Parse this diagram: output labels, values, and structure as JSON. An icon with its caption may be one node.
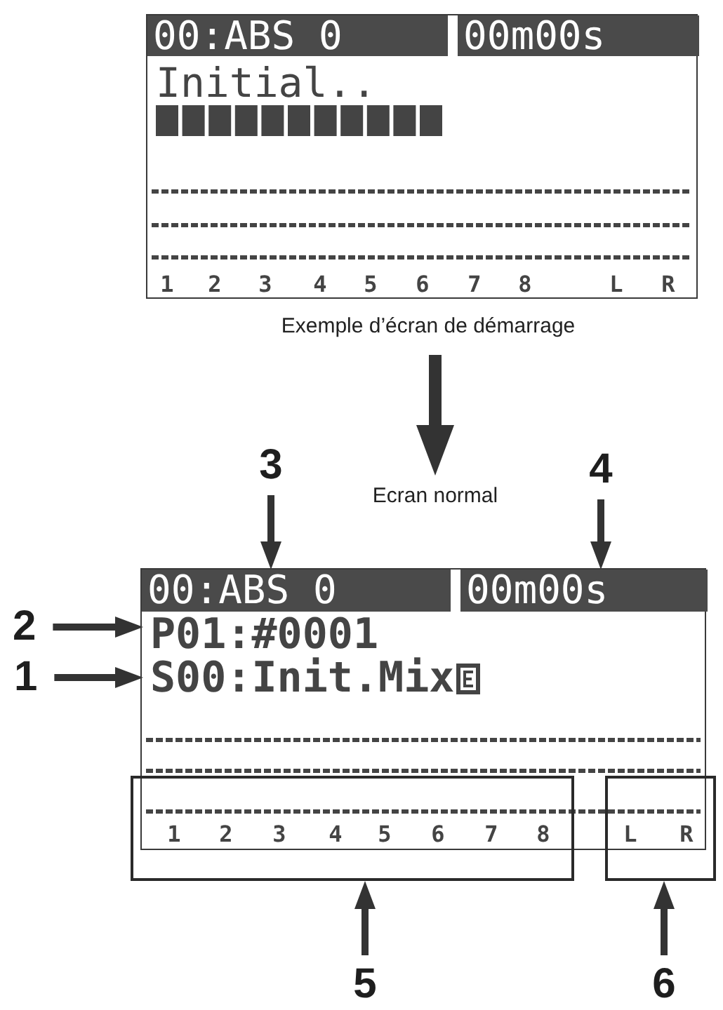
{
  "diagram": {
    "nodes": [
      {
        "text": [
          "Initial..",
          "1",
          "2",
          "3",
          "4",
          "5",
          "6",
          "7",
          "8",
          "L",
          "R"
        ],
        "beside": [
          "Exemple d’écran de démarrage"
        ]
      },
      {
        "text": [
          "00:ABS 0"
        ],
        "in": 0
      },
      {
        "text": [
          "00m00s"
        ],
        "in": 0
      },
      {
        "text": [
          "Ecran normal"
        ]
      },
      {
        "text": [
          "3"
        ]
      },
      {
        "text": [
          "4"
        ]
      },
      {
        "text": [
          "2"
        ]
      },
      {
        "text": [
          "1"
        ]
      },
      {
        "text": [],
        "shape": "box"
      },
      {
        "text": [
          "00:ABS 0"
        ],
        "in": 8
      },
      {
        "text": [
          "00m00s"
        ],
        "in": 8
      },
      {
        "text": [
          "P01:#0001"
        ],
        "in": 8
      },
      {
        "text": [
          "S00:Init.Mix"
        ],
        "in": 8
      },
      {
        "text": [
          "1",
          "2",
          "3",
          "4",
          "5",
          "6",
          "7",
          "8"
        ]
      },
      {
        "text": [
          "L",
          "R"
        ]
      },
      {
        "text": [
          "5"
        ]
      },
      {
        "text": [
          "6"
        ]
      }
    ],
    "edges": [
      {
        "from": 0,
        "to": 3,
        "arrow": "to",
        "style": "thick"
      },
      {
        "from": 4,
        "to": 9,
        "arrow": "to"
      },
      {
        "from": 5,
        "to": 10,
        "arrow": "to"
      },
      {
        "from": 6,
        "to": 11,
        "arrow": "to"
      },
      {
        "from": 7,
        "to": 12,
        "arrow": "to"
      },
      {
        "from": 15,
        "to": 13,
        "arrow": "to"
      },
      {
        "from": 16,
        "to": 14,
        "arrow": "to"
      }
    ]
  }
}
